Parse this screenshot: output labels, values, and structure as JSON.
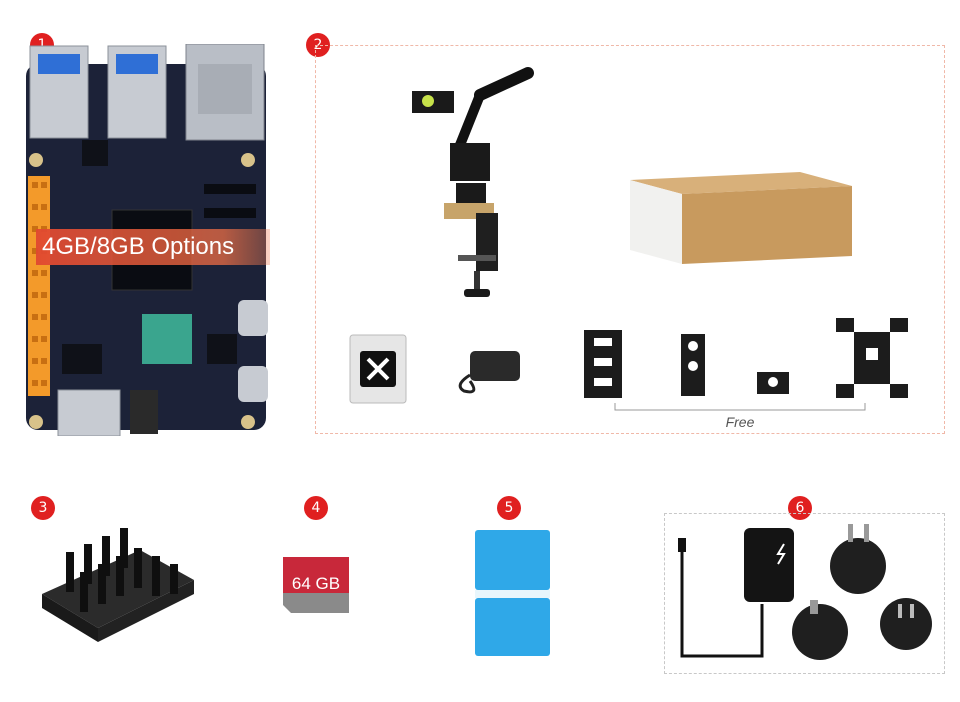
{
  "badges": [
    "1",
    "2",
    "3",
    "4",
    "5",
    "6"
  ],
  "board": {
    "memory_option_label": "4GB/8GB Options"
  },
  "accessories": {
    "free_label": "Free"
  },
  "sd_card": {
    "capacity_label": "64 GB"
  },
  "colors": {
    "badge": "#e02020",
    "board_pcb": "#1c2238",
    "gpio_header": "#f39a2a",
    "box_border": "#f0b8a8",
    "sd_card_top": "#c8283a",
    "sd_card_body": "#8a8a8a",
    "case_blue": "#2fa8e8"
  }
}
